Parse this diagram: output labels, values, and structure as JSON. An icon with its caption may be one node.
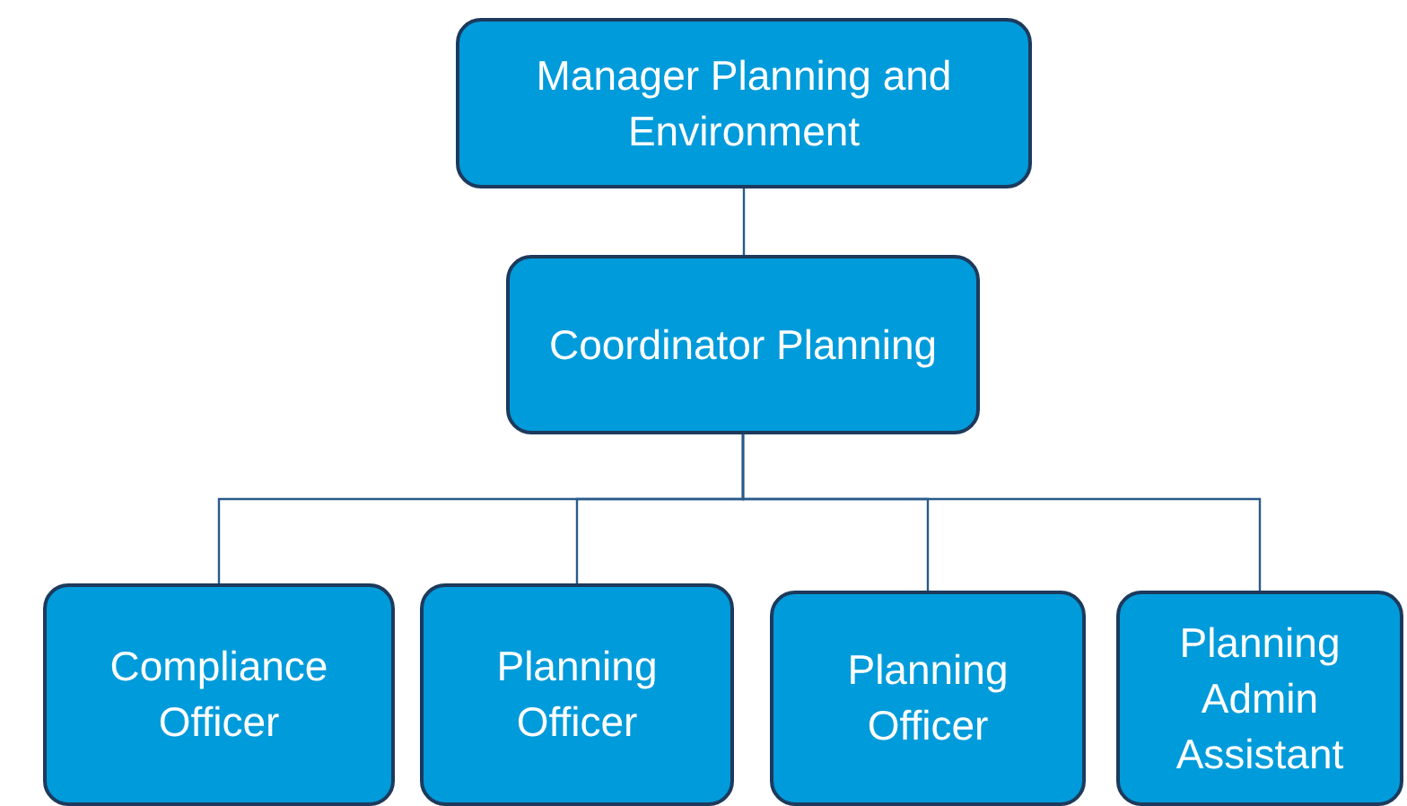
{
  "diagram": {
    "nodes": [
      {
        "text": [
          "Manager Planning and Environment"
        ]
      },
      {
        "text": [
          "Coordinator Planning"
        ]
      },
      {
        "text": [
          "Compliance Officer"
        ]
      },
      {
        "text": [
          "Planning Officer"
        ]
      },
      {
        "text": [
          "Planning Officer"
        ]
      },
      {
        "text": [
          "Planning Admin Assistant"
        ]
      }
    ],
    "edges": [
      {
        "from": 0,
        "to": 1,
        "arrow": "none"
      },
      {
        "from": 1,
        "to": 2,
        "arrow": "none"
      },
      {
        "from": 1,
        "to": 3,
        "arrow": "none"
      },
      {
        "from": 1,
        "to": 4,
        "arrow": "none"
      },
      {
        "from": 1,
        "to": 5,
        "arrow": "none"
      }
    ]
  }
}
